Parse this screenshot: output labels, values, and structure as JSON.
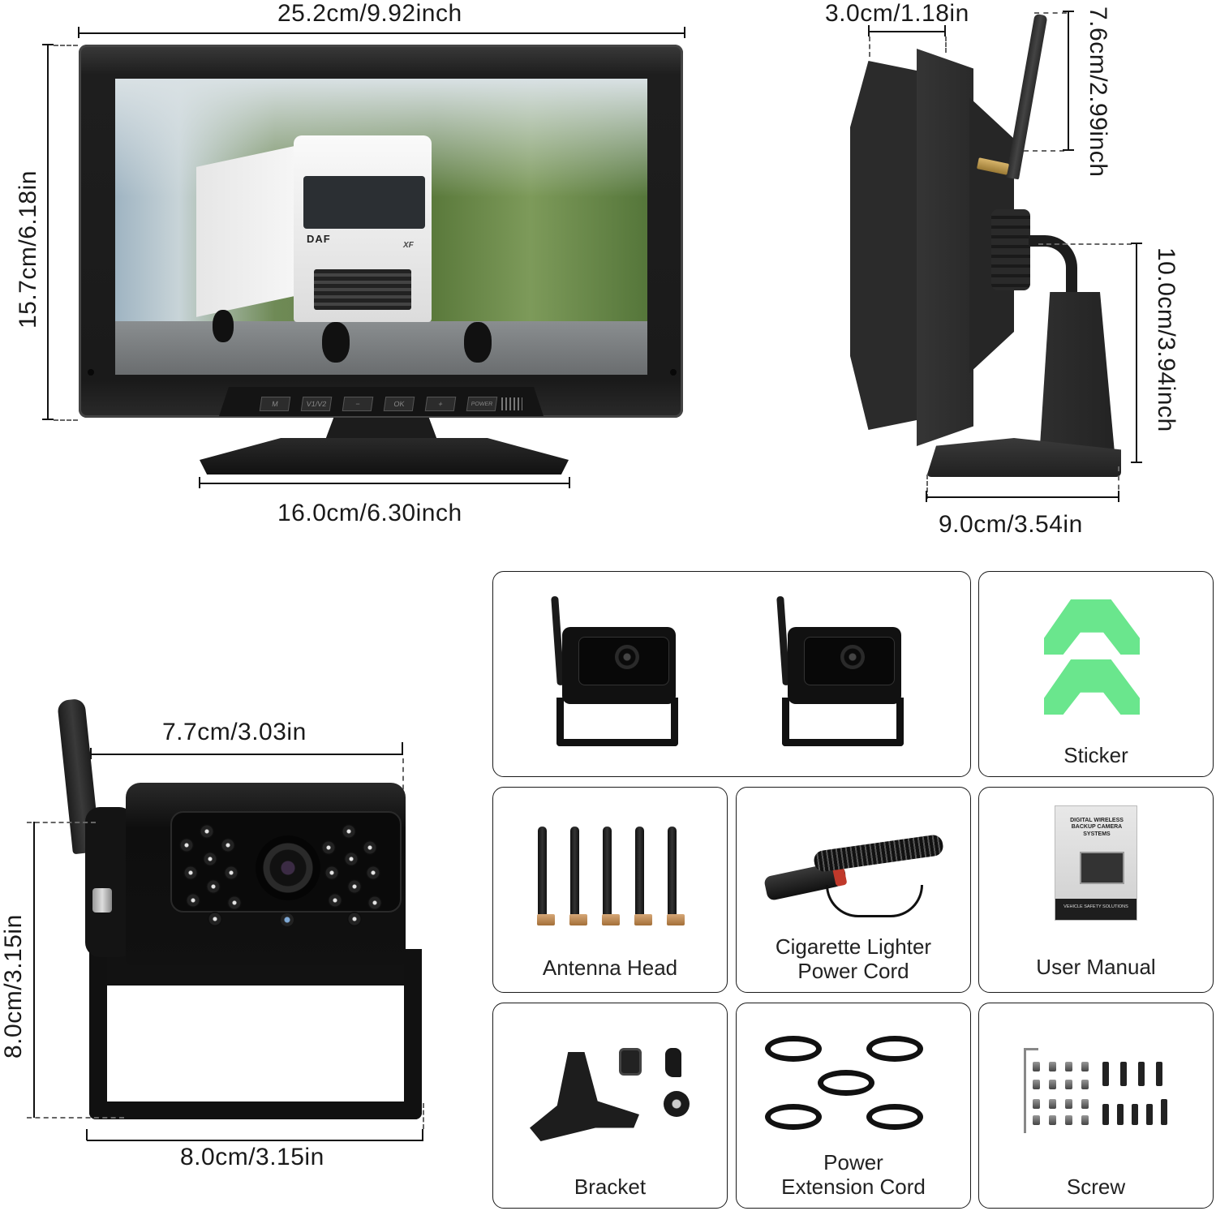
{
  "monitor_front": {
    "width_label": "25.2cm/9.92inch",
    "height_label": "15.7cm/6.18in",
    "base_width_label": "16.0cm/6.30inch",
    "screen": {
      "truck_brand": "DAF",
      "truck_model": "XF"
    },
    "buttons": [
      {
        "label": "M"
      },
      {
        "label": "V1/V2"
      },
      {
        "label": "−"
      },
      {
        "label": "OK"
      },
      {
        "label": "+"
      },
      {
        "label": "POWER"
      }
    ]
  },
  "monitor_side": {
    "depth_label": "3.0cm/1.18in",
    "antenna_label": "7.6cm/2.99inch",
    "stand_height_label": "10.0cm/3.94inch",
    "base_depth_label": "9.0cm/3.54in"
  },
  "camera": {
    "width_label": "7.7cm/3.03in",
    "height_label": "8.0cm/3.15in",
    "bracket_width_label": "8.0cm/3.15in"
  },
  "accessories": [
    {
      "id": "cameras",
      "label": ""
    },
    {
      "id": "sticker",
      "label": "Sticker"
    },
    {
      "id": "antenna",
      "label": "Antenna Head"
    },
    {
      "id": "cig_cord",
      "label_line1": "Cigarette Lighter",
      "label_line2": "Power Cord"
    },
    {
      "id": "manual",
      "label": "User Manual",
      "cover_title": "DIGITAL WIRELESS BACKUP CAMERA SYSTEMS",
      "cover_footer": "VEHICLE SAFETY SOLUTIONS"
    },
    {
      "id": "bracket",
      "label": "Bracket"
    },
    {
      "id": "ext_cord",
      "label_line1": "Power",
      "label_line2": "Extension Cord"
    },
    {
      "id": "screw",
      "label": "Screw"
    }
  ],
  "colors": {
    "sticker_green": "#6ae68d",
    "product_black": "#111111",
    "antenna_tip_gold": "#c08a4c"
  }
}
